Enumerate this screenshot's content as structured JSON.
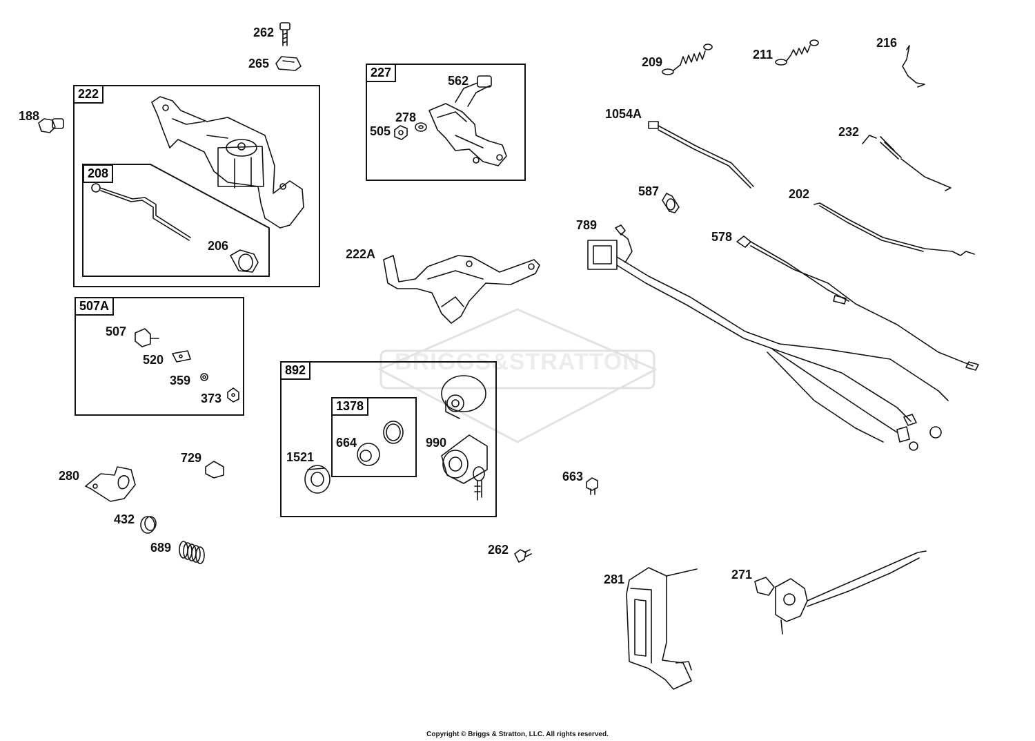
{
  "watermark": "BRIGGS&STRATTON",
  "copyright": "Copyright © Briggs & Stratton, LLC. All rights reserved.",
  "groups": {
    "g222": "222",
    "g208": "208",
    "g227": "227",
    "g507A": "507A",
    "g892": "892",
    "g1378": "1378"
  },
  "labels": {
    "p262a": "262",
    "p265": "265",
    "p188": "188",
    "p206": "206",
    "p562": "562",
    "p278": "278",
    "p505": "505",
    "p222A": "222A",
    "p507": "507",
    "p520": "520",
    "p359": "359",
    "p373": "373",
    "p1521": "1521",
    "p664": "664",
    "p990": "990",
    "p729": "729",
    "p280": "280",
    "p432": "432",
    "p689": "689",
    "p262b": "262",
    "p209": "209",
    "p211": "211",
    "p216": "216",
    "p1054A": "1054A",
    "p232": "232",
    "p587": "587",
    "p202": "202",
    "p789": "789",
    "p578": "578",
    "p663": "663",
    "p281": "281",
    "p271": "271"
  }
}
